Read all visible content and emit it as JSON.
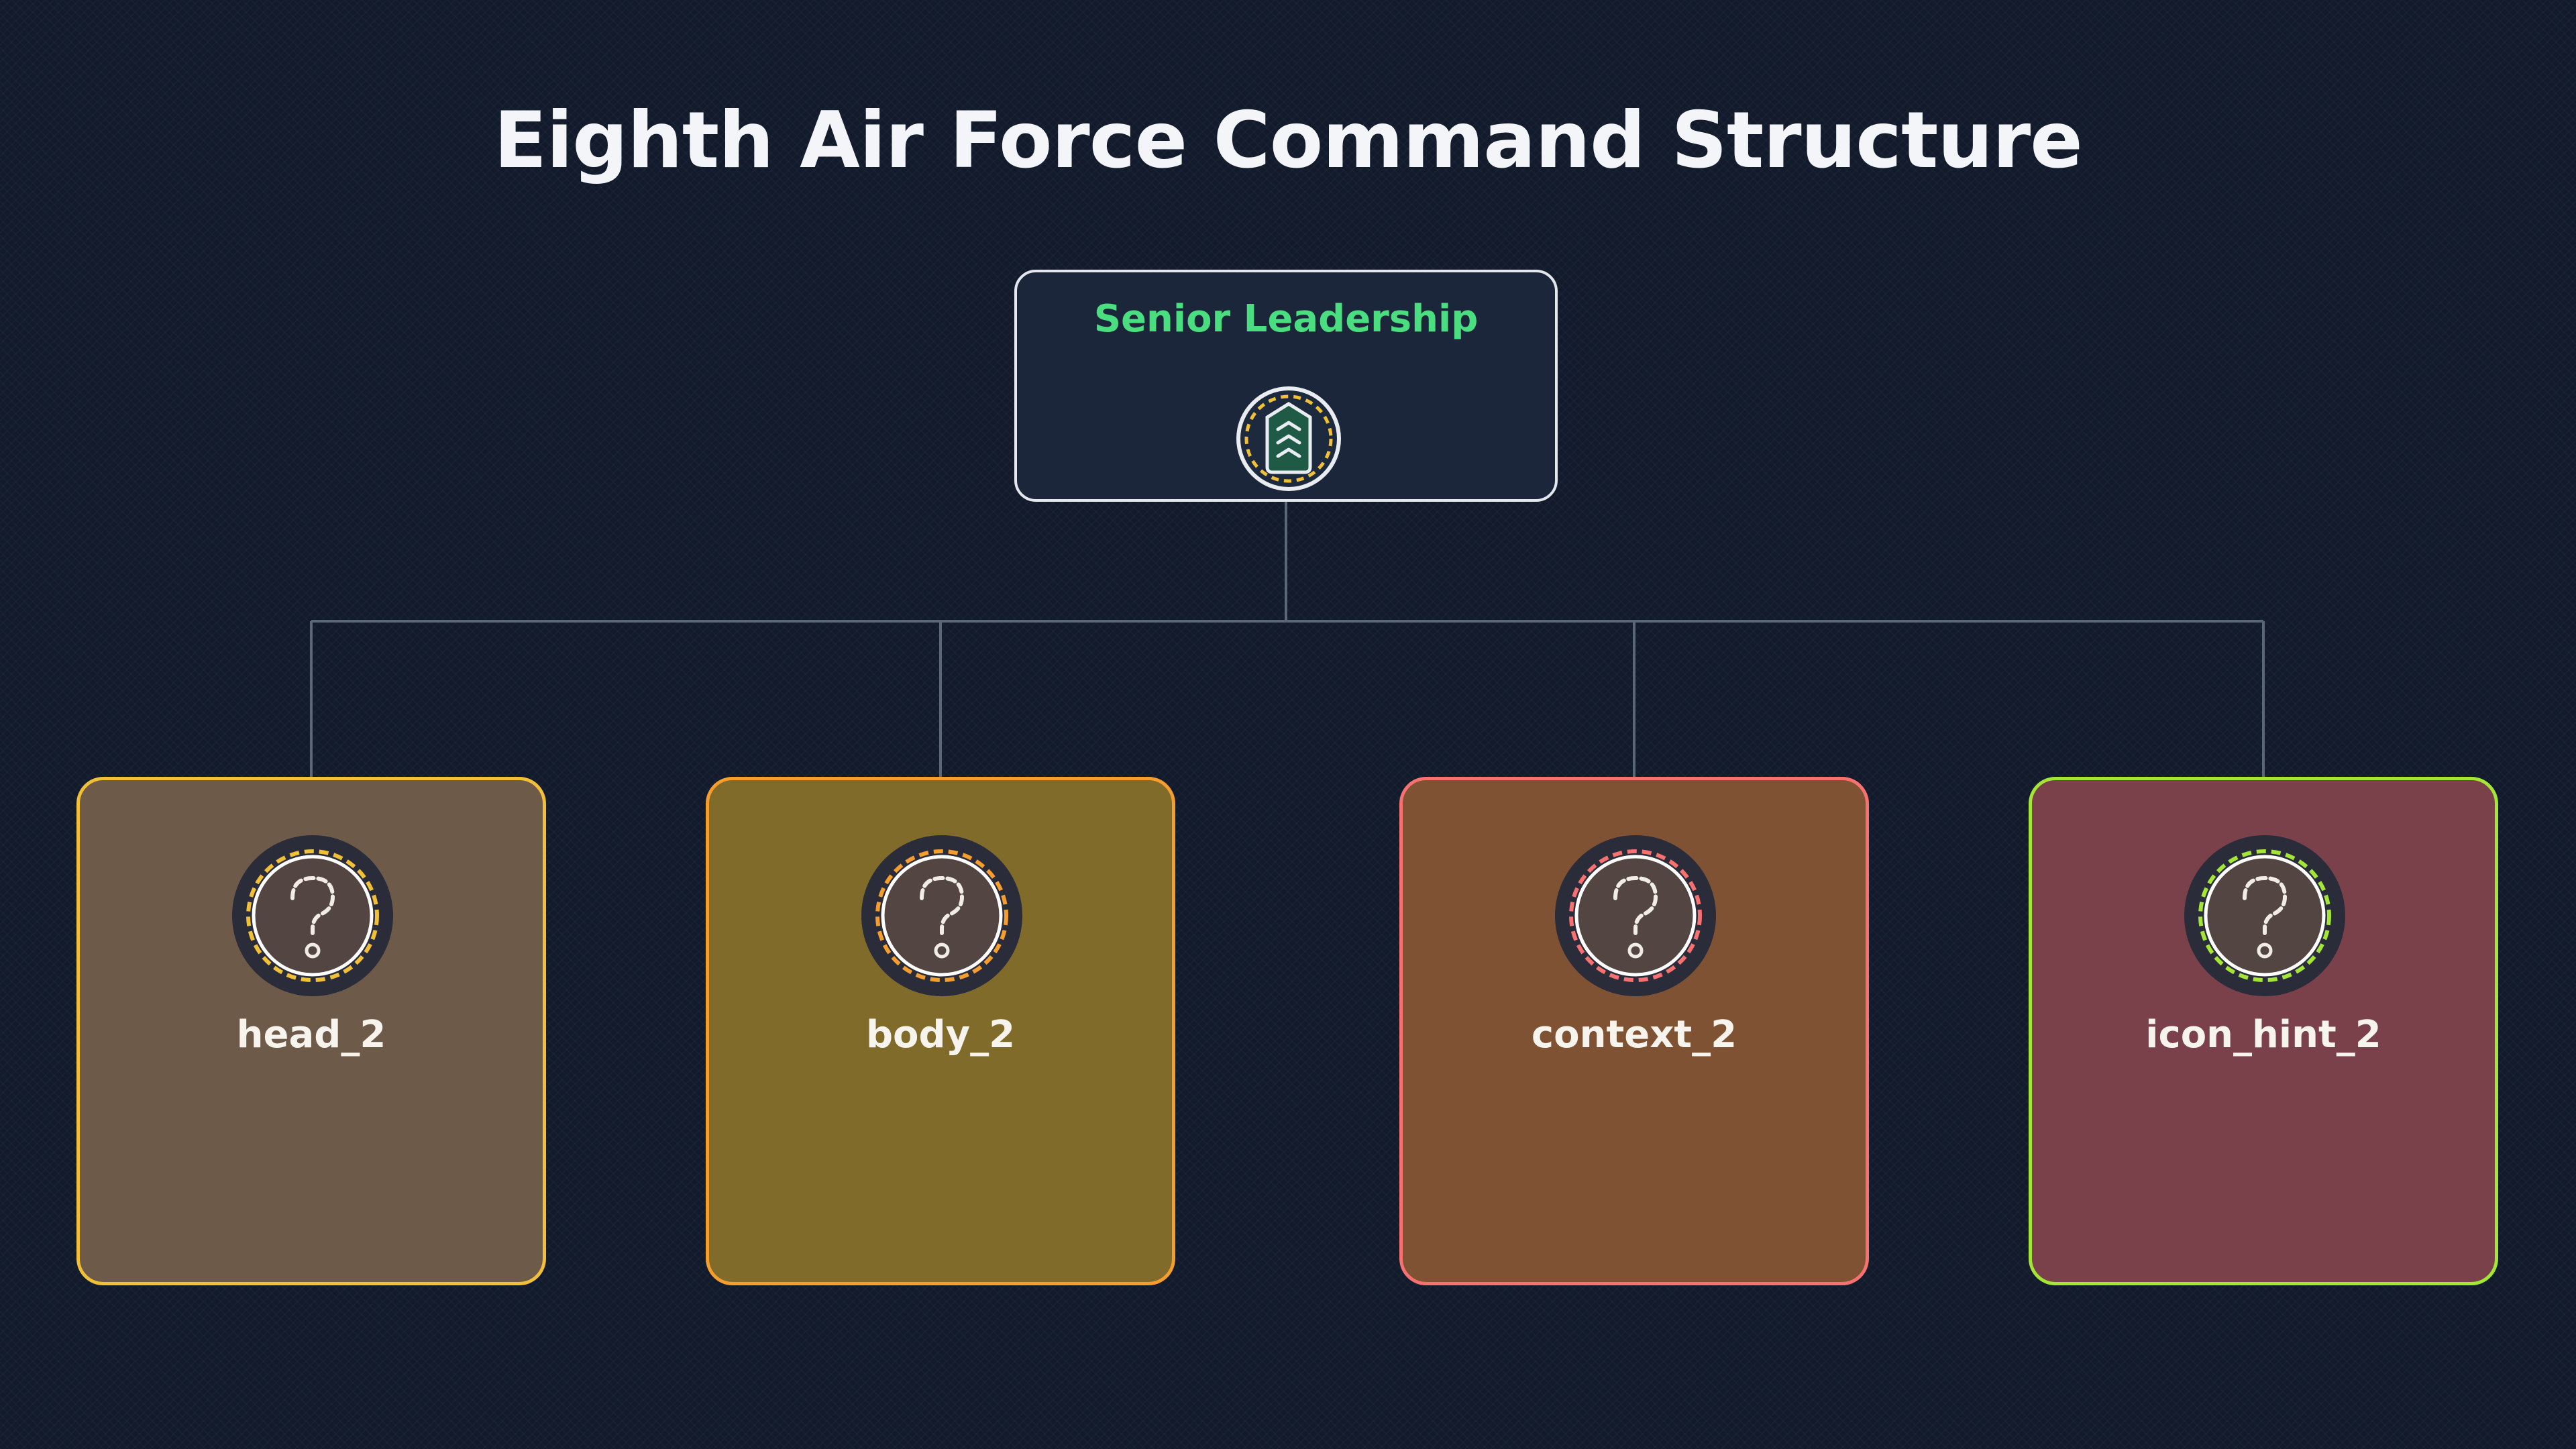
{
  "diagram": {
    "title": "Eighth Air Force Command Structure",
    "root": {
      "label": "Senior Leadership",
      "icon": "chevron-rank-icon",
      "label_color": "#4ade80",
      "border_color": "#e4e8ee",
      "fill_color": "#1b263a"
    },
    "children": [
      {
        "label": "head_2",
        "icon": "question-mark-icon",
        "fill_color": "#6e5a49",
        "border_color": "#f2c037",
        "ring_color": "#f2c037"
      },
      {
        "label": "body_2",
        "icon": "question-mark-icon",
        "fill_color": "#816b2b",
        "border_color": "#f59e2e",
        "ring_color": "#f59e2e"
      },
      {
        "label": "context_2",
        "icon": "question-mark-icon",
        "fill_color": "#7f5233",
        "border_color": "#f87171",
        "ring_color": "#f87171"
      },
      {
        "label": "icon_hint_2",
        "icon": "question-mark-icon",
        "fill_color": "#7a414b",
        "border_color": "#a3e635",
        "ring_color": "#a3e635"
      }
    ],
    "connector_color": "#5b6677"
  }
}
